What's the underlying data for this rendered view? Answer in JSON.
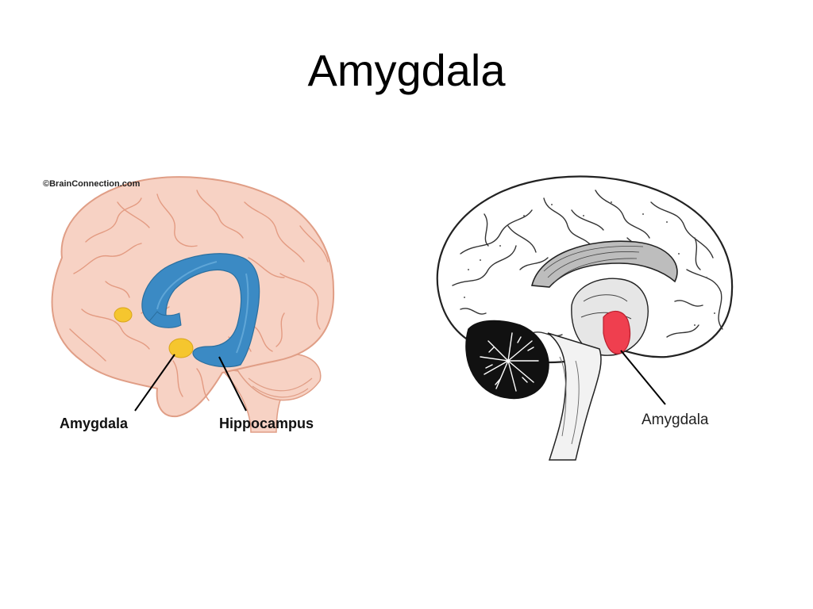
{
  "slide": {
    "title": "Amygdala"
  },
  "left_figure": {
    "copyright": "©BrainConnection.com",
    "labels": {
      "amygdala": "Amygdala",
      "hippocampus": "Hippocampus"
    },
    "colors": {
      "brain_fill": "#f7d2c4",
      "brain_outline": "#e09e86",
      "hippocampus": "#3b8ac4",
      "amygdala": "#f5c62e"
    }
  },
  "right_figure": {
    "labels": {
      "amygdala": "Amygdala"
    },
    "colors": {
      "highlight": "#ef3f4f"
    }
  }
}
